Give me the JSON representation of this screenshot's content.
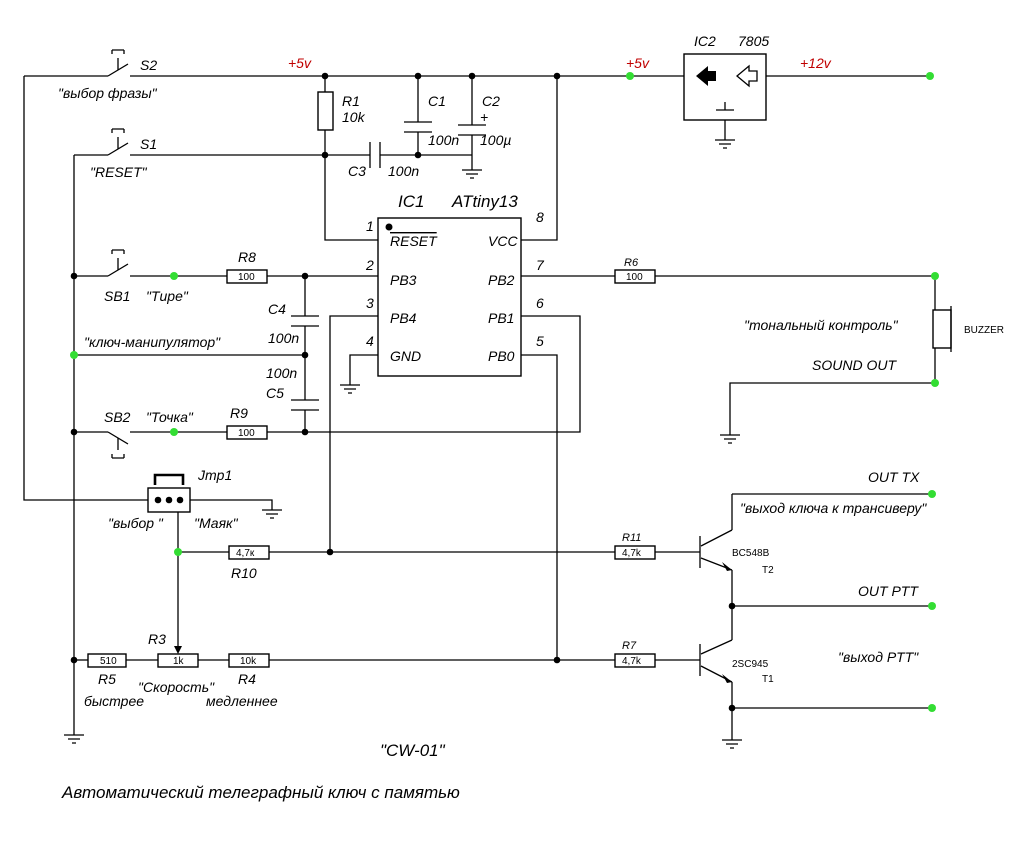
{
  "ic1": {
    "ref": "IC1",
    "part": "ATtiny13",
    "pins": {
      "p1": "RESET",
      "p2": "PB3",
      "p3": "PB4",
      "p4": "GND",
      "p5": "PB0",
      "p6": "PB1",
      "p7": "PB2",
      "p8": "VCC"
    },
    "nums": {
      "p1": "1",
      "p2": "2",
      "p3": "3",
      "p4": "4",
      "p5": "5",
      "p6": "6",
      "p7": "7",
      "p8": "8"
    }
  },
  "ic2": {
    "ref": "IC2",
    "part": "7805"
  },
  "rails": {
    "plus5_a": "+5v",
    "plus5_b": "+5v",
    "plus12": "+12v"
  },
  "res": {
    "r1": {
      "ref": "R1",
      "val": "10k"
    },
    "r3": {
      "ref": "R3",
      "val": "1k"
    },
    "r4": {
      "ref": "R4",
      "val": "10k"
    },
    "r5": {
      "ref": "R5",
      "val": "510"
    },
    "r6": {
      "ref": "R6",
      "val": "100"
    },
    "r7": {
      "ref": "R7",
      "val": "4,7k"
    },
    "r8": {
      "ref": "R8",
      "val": "100"
    },
    "r9": {
      "ref": "R9",
      "val": "100"
    },
    "r10": {
      "ref": "R10",
      "val": "4,7к"
    },
    "r11": {
      "ref": "R11",
      "val": "4,7k"
    }
  },
  "caps": {
    "c1": {
      "ref": "C1",
      "val": "100n"
    },
    "c2": {
      "ref": "C2",
      "val": "100µ",
      "pol": "+"
    },
    "c3": {
      "ref": "C3",
      "val": "100n"
    },
    "c4": {
      "ref": "C4",
      "val": "100n"
    },
    "c5": {
      "ref": "C5",
      "val": "100n"
    }
  },
  "switches": {
    "s2": "S2",
    "s1": "S1",
    "sb1": "SB1",
    "sb2": "SB2"
  },
  "labels": {
    "s2": "\"выбор фразы\"",
    "s1": "\"RESET\"",
    "sb1": "\"Tире\"",
    "sb2": "\"Точка\"",
    "key": "\"ключ-манипулятор\"",
    "jmp": "Jmp1",
    "vybor": "\"выбор \"",
    "mayak": "\"Маяк\"",
    "speed": "\"Скорость\"",
    "faster": "быстрее",
    "slower": "медленнее",
    "tonal": "\"тональный контроль\"",
    "buzzer": "BUZZER",
    "sound": "SOUND  OUT",
    "outtx": "OUT TX",
    "keyout": "\"выход  ключа к трансиверу\"",
    "outptt": "OUT PTT",
    "pttout": "\"выход PTT\""
  },
  "transistors": {
    "t2": {
      "part": "BC548B",
      "ref": "T2"
    },
    "t1": {
      "part": "2SC945",
      "ref": "T1"
    }
  },
  "title": {
    "name": "\"CW-01\"",
    "desc": "Автоматический телеграфный ключ с памятью"
  }
}
